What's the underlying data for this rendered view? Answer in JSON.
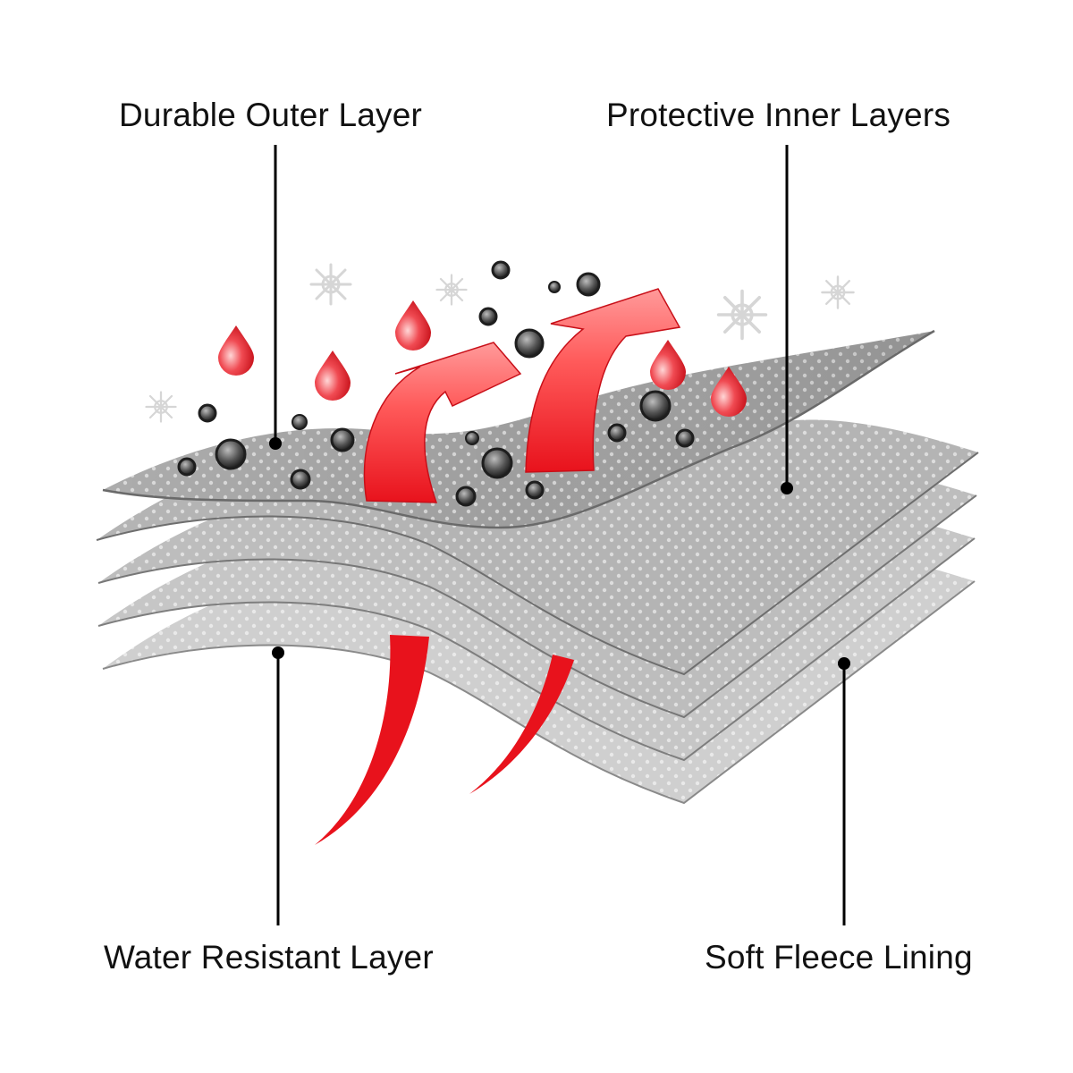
{
  "callouts": {
    "durable_outer_layer": "Durable Outer Layer",
    "protective_inner_layers": "Protective Inner Layers",
    "water_resistant_layer": "Water Resistant Layer",
    "soft_fleece_lining": "Soft Fleece Lining"
  },
  "colors": {
    "label_text": "#111111",
    "leader_line": "#000000",
    "fabric_top": "#9a9a9a",
    "fabric_lower": "#c4c4c4",
    "arrow_red": "#e8121c",
    "arrow_light": "#ff8a8a",
    "droplet_red": "#e01c24",
    "particle_dark": "#2b2b2b",
    "snowflake": "#d8d8d8"
  },
  "icons": [
    "water-droplet-icon",
    "snowflake-icon",
    "dust-particle-icon",
    "breathability-arrow-icon",
    "wicking-arrow-icon"
  ]
}
